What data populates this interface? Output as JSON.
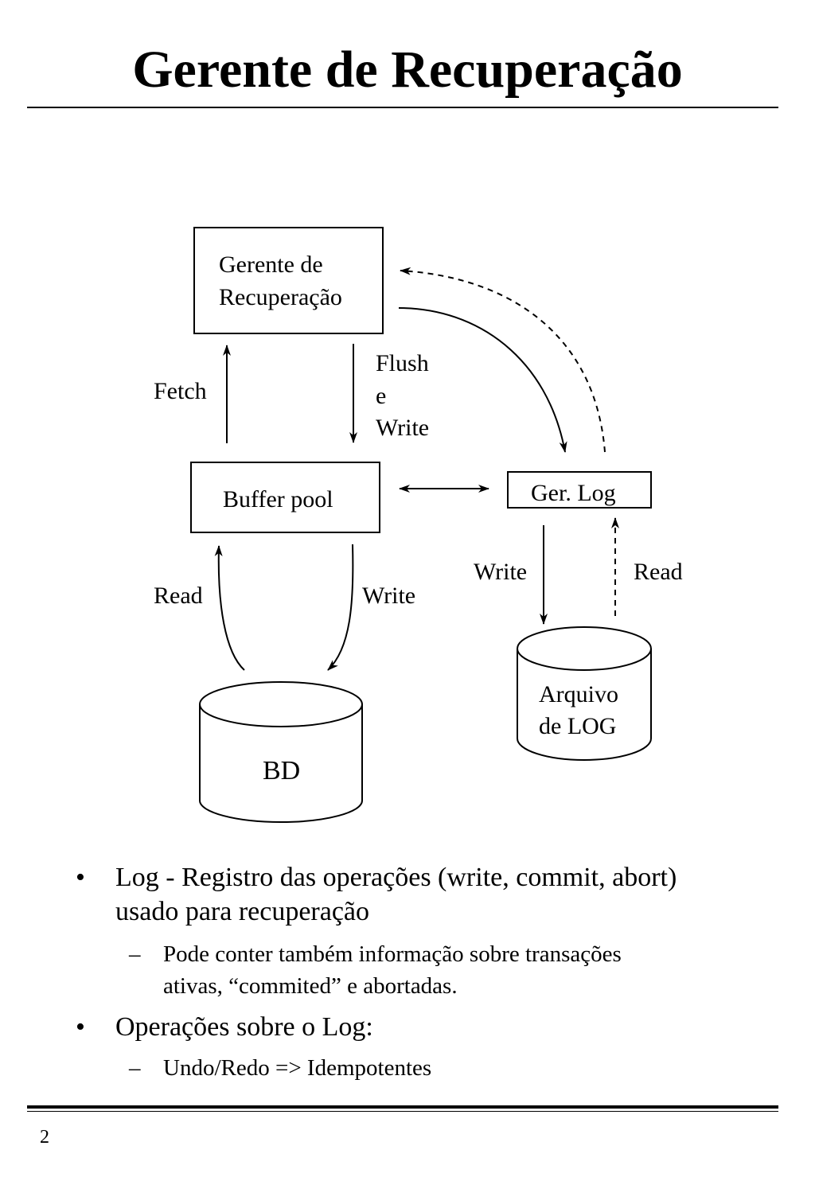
{
  "slide": {
    "title": "Gerente de Recuperação",
    "page_number": "2"
  },
  "diagram": {
    "recovery_manager": {
      "line1": "Gerente de",
      "line2": "Recuperação"
    },
    "buffer_pool": "Buffer pool",
    "log_manager": "Ger. Log",
    "database": "BD",
    "log_file": {
      "line1": "Arquivo",
      "line2": "de LOG"
    },
    "labels": {
      "fetch": "Fetch",
      "flush_write_1": "Flush",
      "flush_write_2": "e",
      "flush_write_3": "Write",
      "read_db": "Read",
      "write_db": "Write",
      "write_log": "Write",
      "read_log": "Read"
    }
  },
  "bullets": [
    {
      "text_line1": "Log - Registro das operações (write, commit, abort)",
      "text_line2": "usado para recuperação",
      "sub": {
        "line1": "Pode conter também informação sobre transações",
        "line2": "ativas, “commited” e abortadas."
      }
    },
    {
      "text": "Operações sobre o Log:",
      "sub": {
        "line1": "Undo/Redo => Idempotentes"
      }
    }
  ],
  "markers": {
    "bullet": "•",
    "dash": "–"
  }
}
